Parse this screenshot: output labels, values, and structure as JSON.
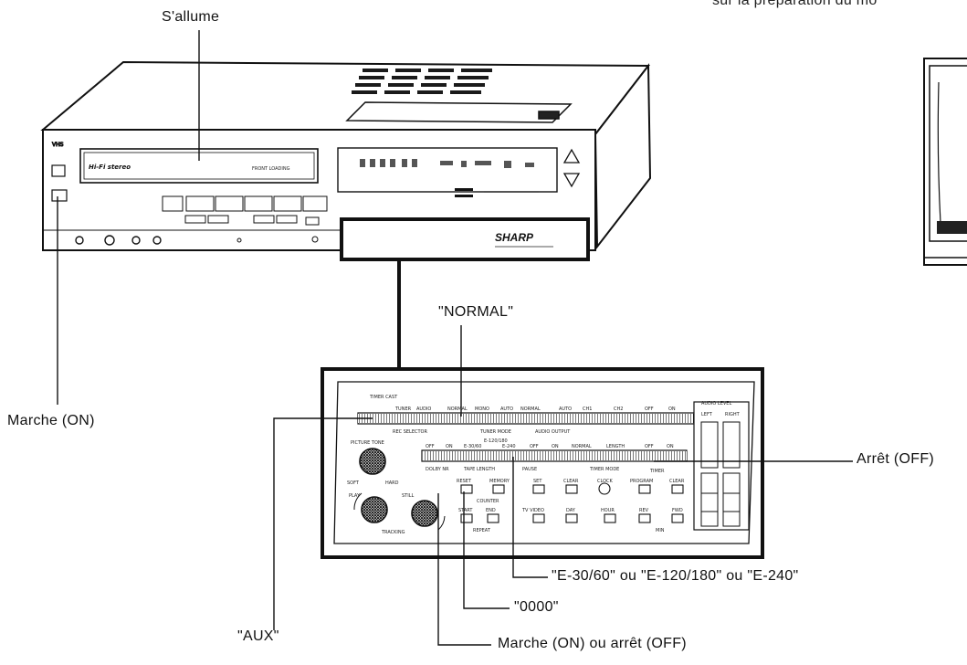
{
  "header": {
    "top_right_fragment": "sur la préparation du mo"
  },
  "callouts": {
    "sallume": "S'allume",
    "marche_on": "Marche (ON)",
    "normal": "\"NORMAL\"",
    "arret_off": "Arrêt (OFF)",
    "tape_length": "\"E-30/60\" ou \"E-120/180\" ou \"E-240\"",
    "counter_0000": "\"0000\"",
    "aux": "\"AUX\"",
    "memory_on_off": "Marche (ON) ou arrêt (OFF)"
  },
  "vcr": {
    "vhs_logo": "VHS",
    "hifi_label": "Hi-Fi stereo",
    "front_loading": "FRONT LOADING",
    "brand": "SHARP"
  },
  "panel": {
    "row1": [
      "TUNER",
      "AUDIO",
      "NORMAL",
      "MONO",
      "AUTO",
      "NORMAL",
      "AUTO",
      "CH1",
      "CH2",
      "OFF",
      "ON"
    ],
    "row1_captions": [
      "TIMER CAST",
      "REC SELECTOR",
      "TUNER MODE",
      "AUDIO OUTPUT",
      "AUDIO LEVEL",
      "LEFT",
      "RIGHT"
    ],
    "row2": [
      "OFF",
      "ON",
      "E-30/60",
      "E-120/180",
      "E-240",
      "OFF",
      "ON",
      "NORMAL",
      "LENGTH",
      "OFF",
      "ON"
    ],
    "row2_captions": [
      "DOLBY NR",
      "TAPE LENGTH",
      "PAUSE",
      "TIMER MODE",
      "TIMER"
    ],
    "buttons": [
      "RESET",
      "MEMORY",
      "SET",
      "CLEAR",
      "CLOCK",
      "PROGRAM",
      "CLEAR",
      "START",
      "END",
      "TV VIDEO",
      "DAY",
      "HOUR",
      "REV",
      "FWD"
    ],
    "button_captions": [
      "COUNTER",
      "REPEAT",
      "MIN"
    ],
    "knobs": [
      "PICTURE TONE",
      "SOFT",
      "HARD",
      "PLAY",
      "STILL",
      "TRACKING"
    ]
  }
}
